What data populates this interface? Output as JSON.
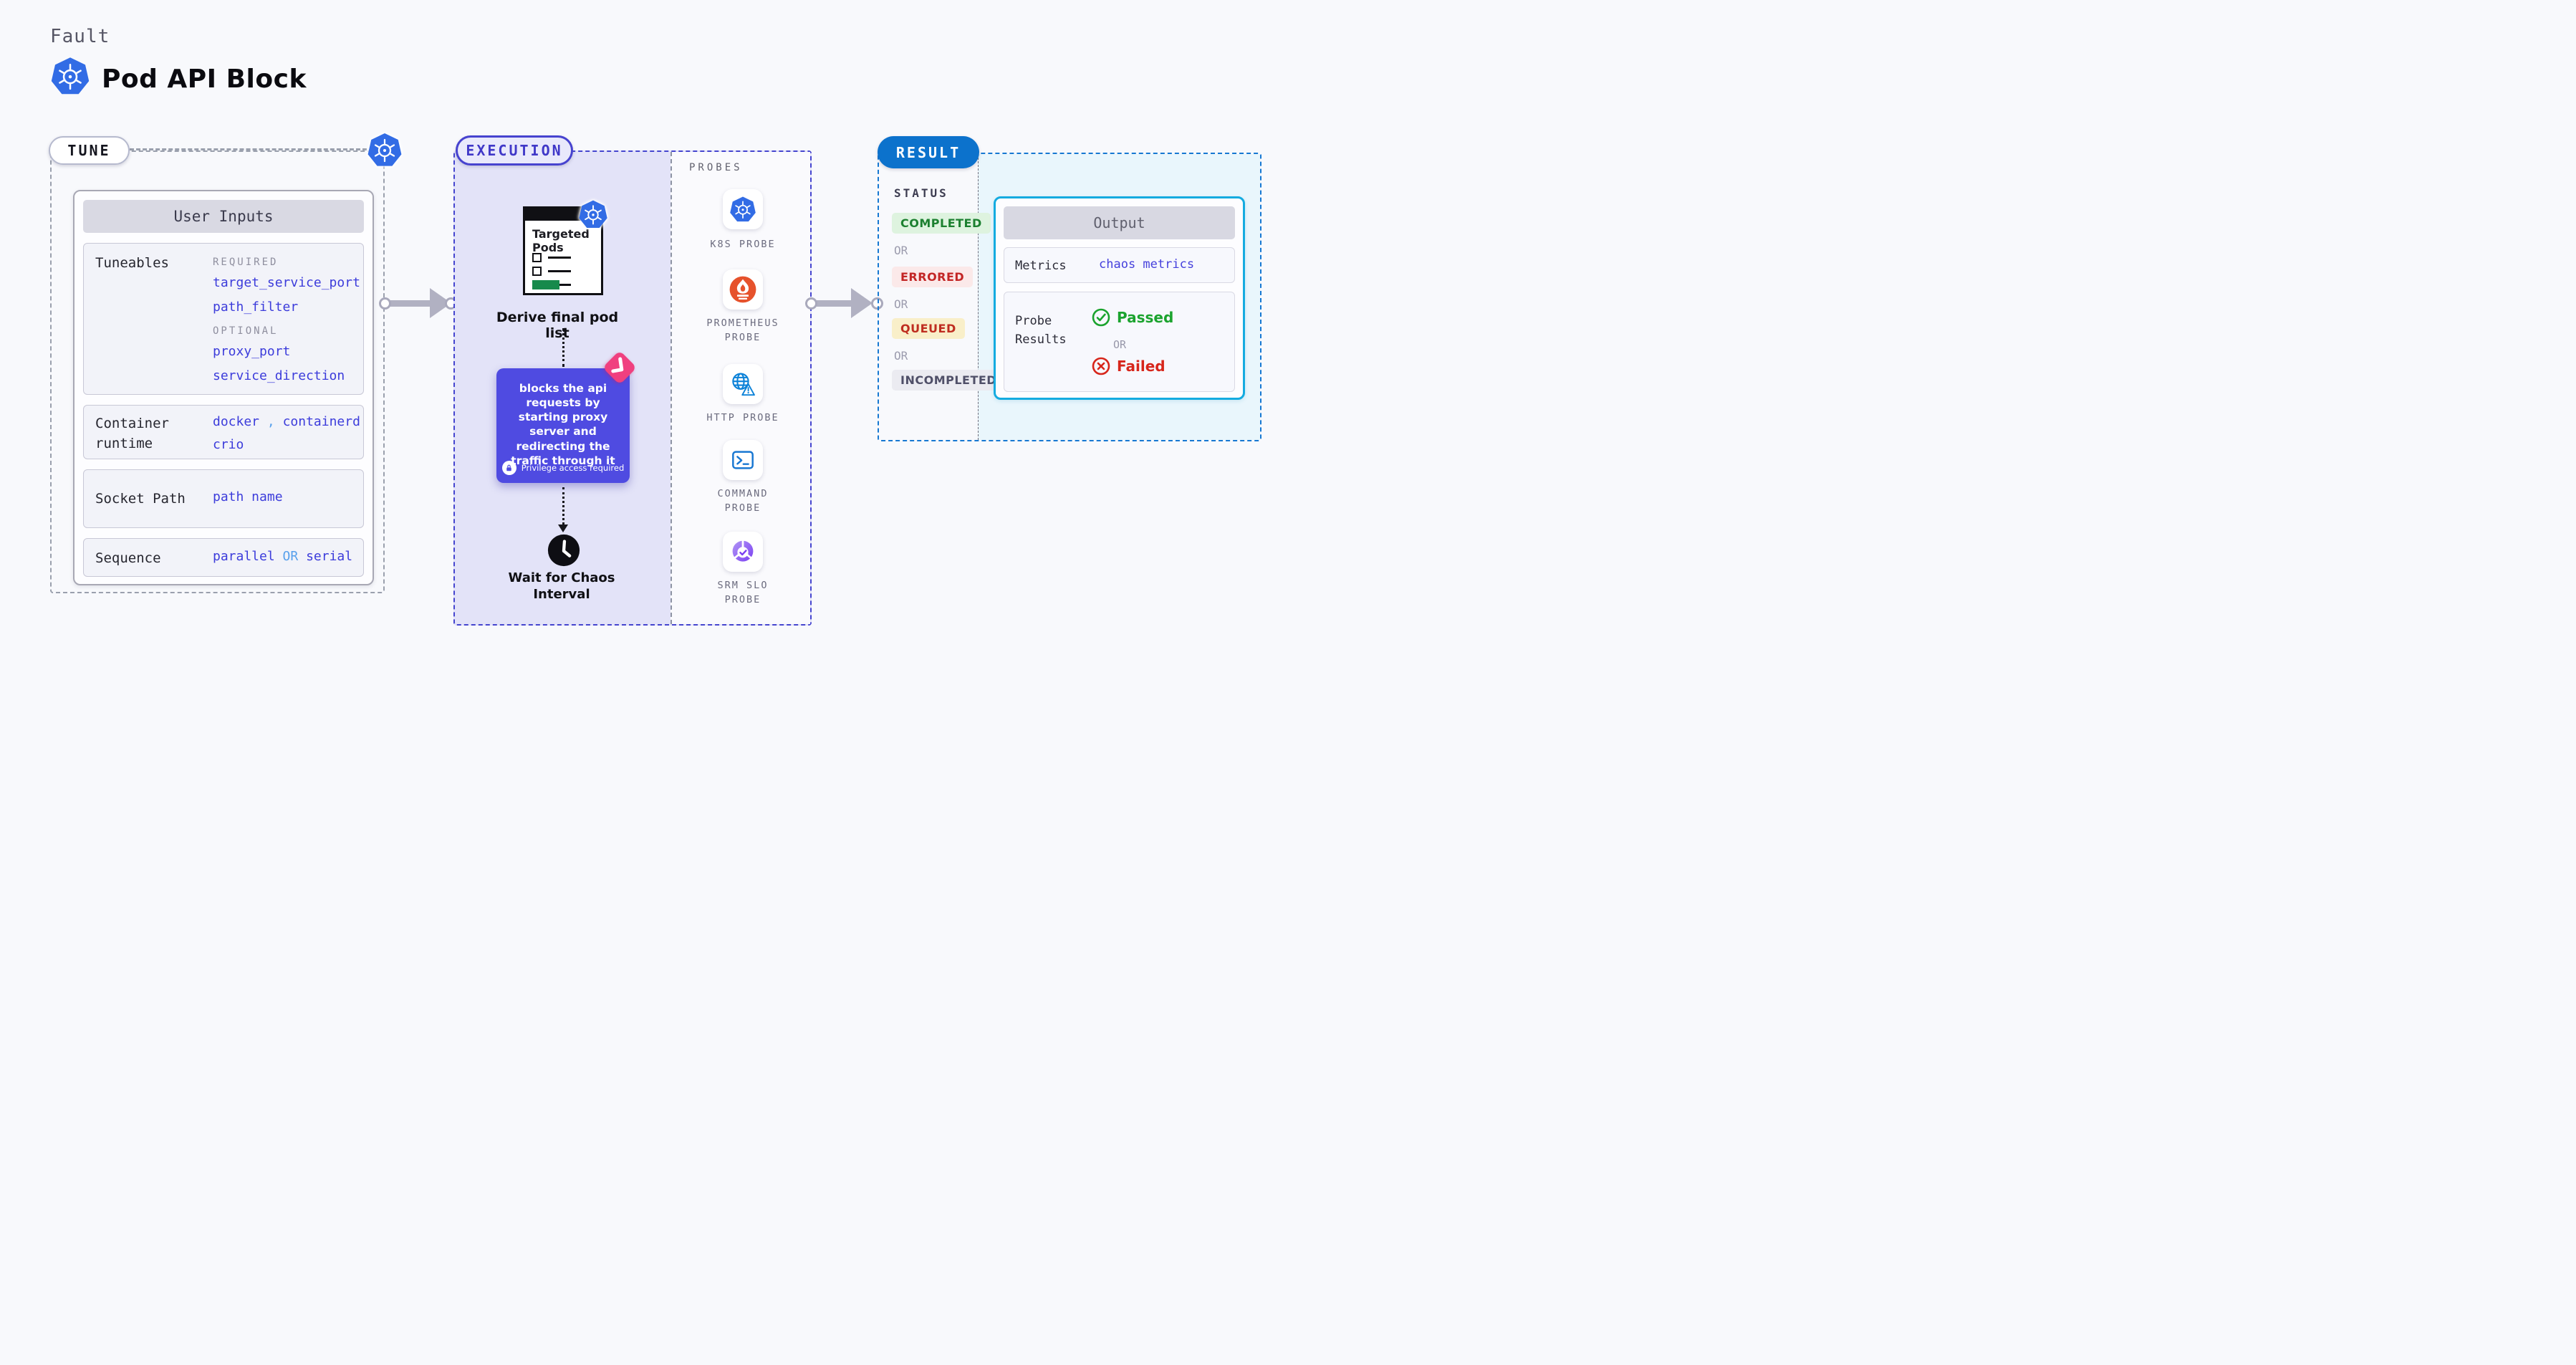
{
  "header": {
    "eyebrow": "Fault",
    "title": "Pod API Block"
  },
  "tune": {
    "label": "TUNE",
    "panel_title": "User Inputs",
    "rows": {
      "tuneables": {
        "label": "Tuneables",
        "required_heading": "REQUIRED",
        "required_values": [
          "target_service_port",
          "path_filter"
        ],
        "optional_heading": "OPTIONAL",
        "optional_values": [
          "proxy_port",
          "service_direction"
        ]
      },
      "container_runtime": {
        "label": "Container runtime",
        "values": [
          "docker",
          "containerd",
          "crio"
        ],
        "separator": ","
      },
      "socket_path": {
        "label": "Socket Path",
        "value": "path name"
      },
      "sequence": {
        "label": "Sequence",
        "value_a": "parallel",
        "or": "OR",
        "value_b": "serial"
      }
    }
  },
  "execution": {
    "label": "EXECUTION",
    "targeted_pods_title": "Targeted Pods",
    "derive_step_label": "Derive final pod list",
    "action_description": "blocks the api requests by starting proxy server and redirecting the traffic through it",
    "privilege_note": "Privilege access required",
    "wait_step_label": "Wait for Chaos Interval"
  },
  "probes": {
    "heading": "PROBES",
    "items": [
      {
        "label": "K8S PROBE",
        "icon": "kubernetes-icon"
      },
      {
        "label": "PROMETHEUS PROBE",
        "icon": "prometheus-icon"
      },
      {
        "label": "HTTP PROBE",
        "icon": "http-globe-warning-icon"
      },
      {
        "label": "COMMAND PROBE",
        "icon": "terminal-icon"
      },
      {
        "label": "SRM SLO PROBE",
        "icon": "slo-donut-check-icon"
      }
    ]
  },
  "result": {
    "label": "RESULT",
    "status_heading": "STATUS",
    "or_separator": "OR",
    "statuses": [
      {
        "label": "COMPLETED",
        "type": "success"
      },
      {
        "label": "ERRORED",
        "type": "error"
      },
      {
        "label": "QUEUED",
        "type": "warning"
      },
      {
        "label": "INCOMPLETED",
        "type": "neutral"
      }
    ],
    "output": {
      "title": "Output",
      "metrics_label": "Metrics",
      "metrics_value": "chaos metrics",
      "probe_results_label": "Probe Results",
      "passed_label": "Passed",
      "or_separator": "OR",
      "failed_label": "Failed"
    }
  },
  "colors": {
    "kubernetes_blue": "#326ce5",
    "indigo_accent": "#4545cf",
    "indigo_value_text": "#3c3cdb",
    "light_blue_or": "#57a0ec",
    "result_blue": "#0c72cc",
    "output_border_cyan": "#14abe0",
    "success_green": "#1c8030",
    "error_red": "#c32626",
    "action_purple": "#4f4be1",
    "chaos_pink": "#f0407f",
    "prometheus_orange": "#e6522c",
    "targeted_pods_green": "#178a4c"
  }
}
